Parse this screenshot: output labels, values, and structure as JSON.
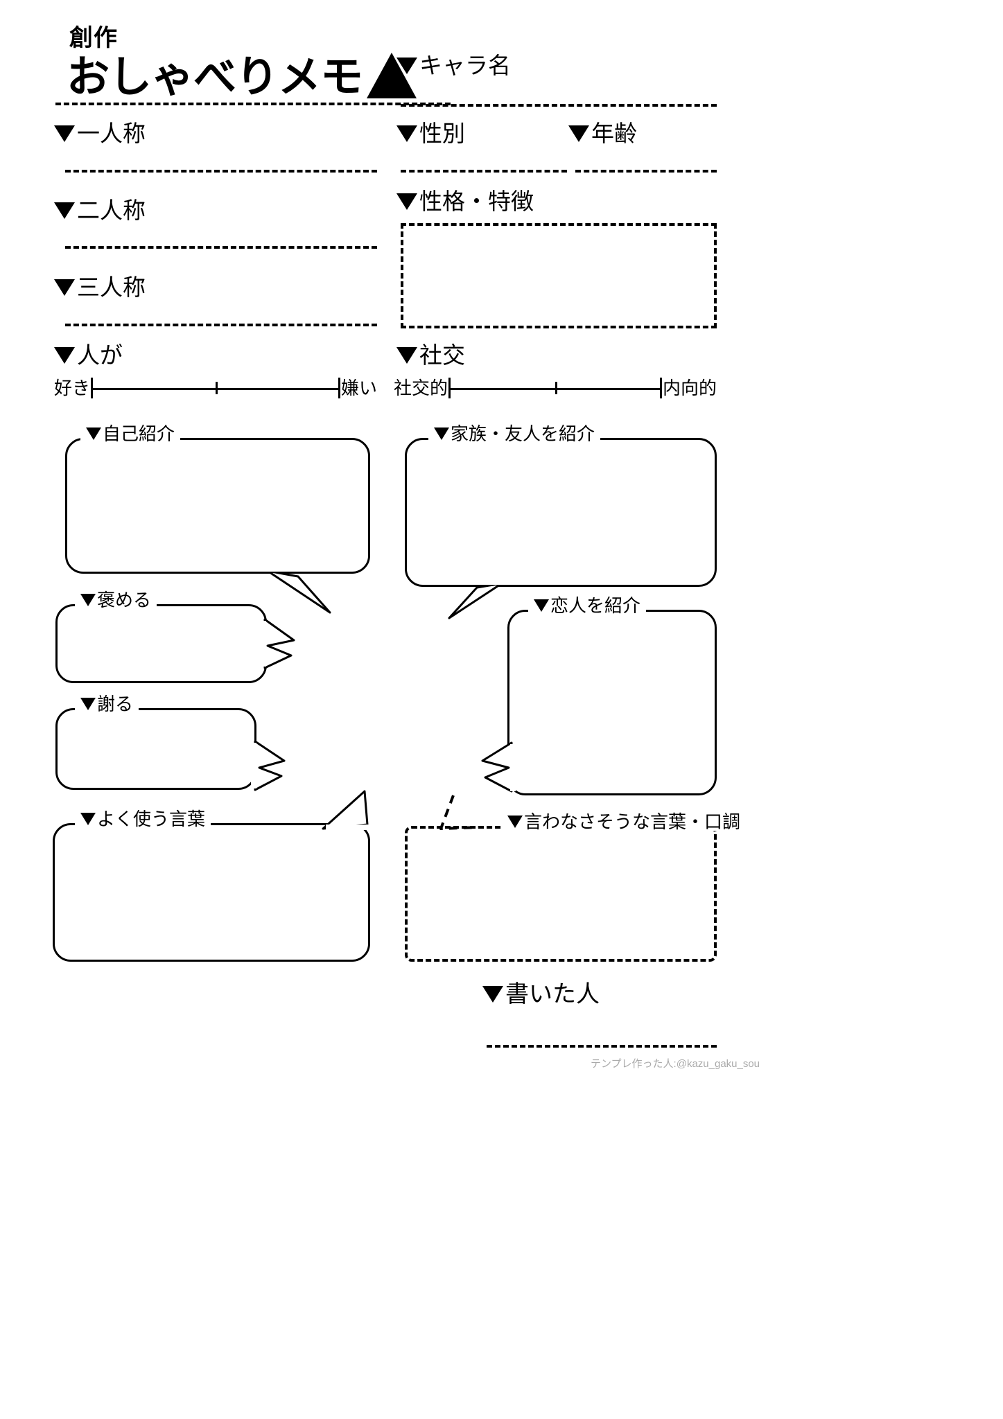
{
  "sheet": {
    "title_small": "創作",
    "title_main": "おしゃべりメモ",
    "title_triangle_icon": "triangle-up-solid"
  },
  "left_column": {
    "fields": [
      {
        "label": "▼一人称",
        "text": "一人称",
        "marker": "triangle-down"
      },
      {
        "label": "▼二人称",
        "text": "二人称",
        "marker": "triangle-down"
      },
      {
        "label": "▼三人称",
        "text": "三人称",
        "marker": "triangle-down"
      }
    ],
    "scale": {
      "label": "人が",
      "left_cap": "好き",
      "right_cap": "嫌い",
      "ticks": [
        "left",
        "mid",
        "right"
      ]
    },
    "bubbles": [
      {
        "label": "自己紹介",
        "value": ""
      },
      {
        "label": "褒める",
        "value": ""
      },
      {
        "label": "謝る",
        "value": ""
      },
      {
        "label": "よく使う言葉",
        "value": ""
      }
    ]
  },
  "right_column": {
    "char_name": {
      "label": "キャラ名"
    },
    "gender": {
      "label": "性別"
    },
    "age": {
      "label": "年齢"
    },
    "personality": {
      "label": "性格・特徴",
      "value": ""
    },
    "scale": {
      "label": "社交",
      "left_cap": "社交的",
      "right_cap": "内向的",
      "ticks": [
        "left",
        "mid",
        "right"
      ]
    },
    "bubbles": [
      {
        "label": "家族・友人を紹介",
        "value": ""
      },
      {
        "label": "恋人を紹介",
        "value": ""
      },
      {
        "label": "言わなさそうな言葉・口調",
        "value": ""
      }
    ],
    "author": {
      "label": "書いた人",
      "value": ""
    }
  },
  "footer": {
    "credit": "テンプレ作った人:@kazu_gaku_sou"
  },
  "colors": {
    "ink": "#000000",
    "paper": "#ffffff",
    "credit_gray": "#aaaaaa"
  }
}
